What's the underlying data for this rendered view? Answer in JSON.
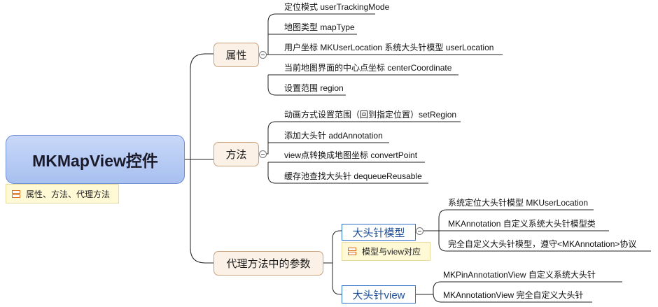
{
  "root": {
    "label": "MKMapView控件",
    "note": "属性、方法、代理方法"
  },
  "branches": [
    {
      "label": "属性",
      "items": [
        "定位模式 userTrackingMode",
        "地图类型 mapType",
        "用户坐标 MKUserLocation 系统大头针模型 userLocation",
        "当前地图界面的中心点坐标 centerCoordinate",
        "设置范围 region"
      ]
    },
    {
      "label": "方法",
      "items": [
        "动画方式设置范围（回到指定位置）setRegion",
        "添加大头针 addAnnotation",
        "view点转换成地图坐标 convertPoint",
        "缓存池查找大头针 dequeueReusable"
      ]
    },
    {
      "label": "代理方法中的参数",
      "children": [
        {
          "label": "大头针模型",
          "note": "模型与view对应",
          "items": [
            "系统定位大头针模型 MKUserLocation",
            "MKAnnotation 自定义系统大头针模型类",
            "完全自定义大头针模型，遵守<MKAnnotation>协议"
          ]
        },
        {
          "label": "大头针view",
          "items": [
            "MKPinAnnotationView 自定义系统大头针",
            "MKAnnotationView 完全自定义大头针"
          ]
        }
      ]
    }
  ],
  "colors": {
    "line": "#222222",
    "root_fill": "#b8cdf4",
    "branch_fill": "#fbf1e6",
    "sub_border": "#2d6fc5",
    "note_fill": "#fff9d6"
  }
}
